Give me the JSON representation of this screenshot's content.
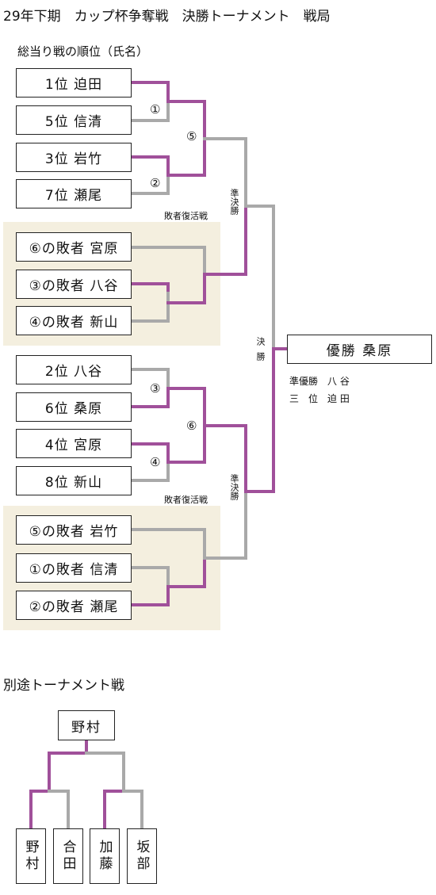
{
  "title": "29年下期　カップ杯争奪戦　決勝トーナメント　戦局",
  "subtitle": "総当り戦の順位（氏名）",
  "colors": {
    "winner": "#a0509a",
    "loser": "#a9a9a9",
    "repechage_bg": "#f4efdf"
  },
  "bracket": {
    "top": [
      "1位 迫田",
      "5位 信清",
      "3位 岩竹",
      "7位 瀬尾"
    ],
    "top_repechage": [
      "⑥の敗者 宮原",
      "③の敗者 八谷",
      "④の敗者 新山"
    ],
    "bottom": [
      "2位 八谷",
      "6位 桑原",
      "4位 宮原",
      "8位 新山"
    ],
    "bottom_repechage": [
      "⑤の敗者 岩竹",
      "①の敗者 信清",
      "②の敗者 瀬尾"
    ],
    "repechage_label": "敗者復活戦",
    "semifinal_label": "準決勝",
    "final_label": "決勝",
    "match_numbers": [
      "①",
      "②",
      "⑤",
      "③",
      "④",
      "⑥"
    ],
    "champion": "優勝 桑原",
    "runner_up": "準優勝　八 谷",
    "third": "三　位　迫 田"
  },
  "separate": {
    "title": "別途トーナメント戦",
    "winner": "野村",
    "players": [
      "野村",
      "合田",
      "加藤",
      "坂部"
    ]
  }
}
